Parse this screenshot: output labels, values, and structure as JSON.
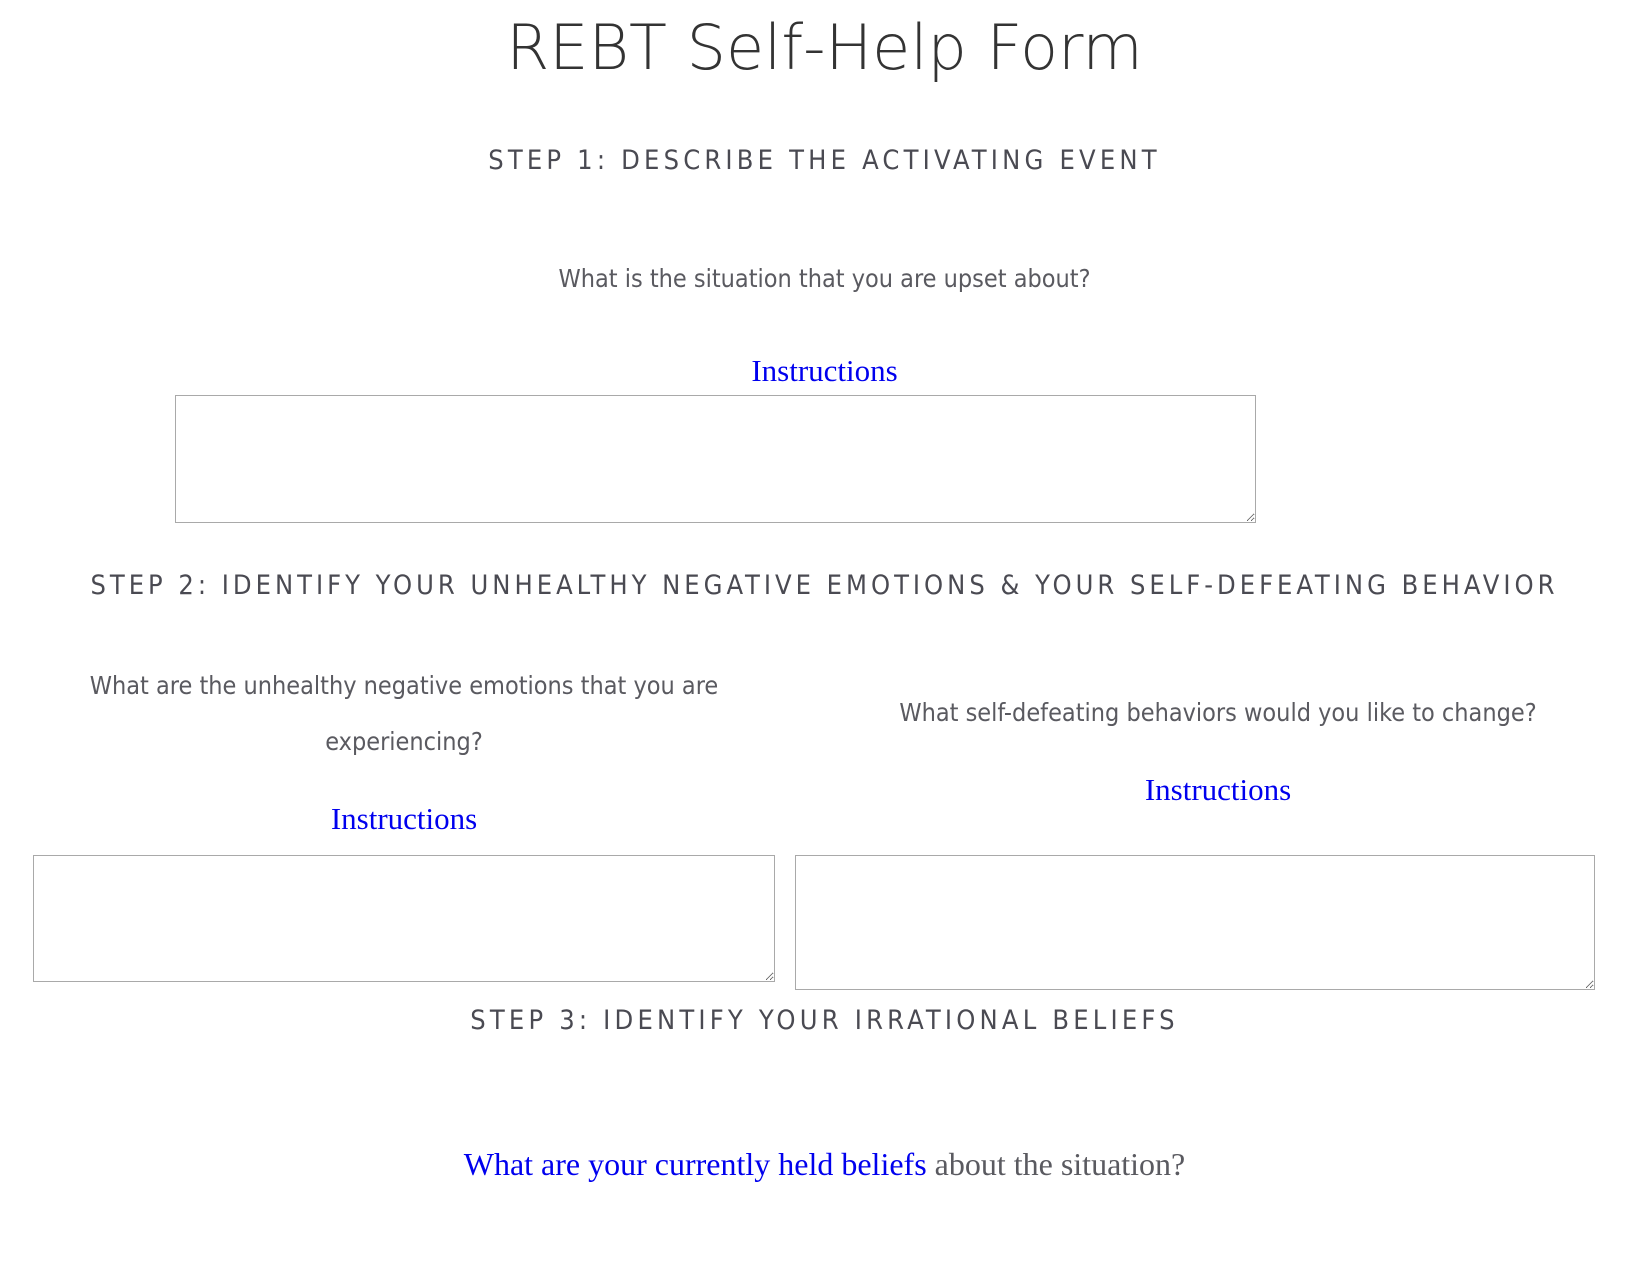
{
  "page": {
    "title": "REBT Self-Help Form",
    "background_color": "#ffffff",
    "link_color": "#0000ee",
    "text_color": "#5a5a60",
    "heading_color": "#4a4a52"
  },
  "steps": [
    {
      "id": "step1",
      "heading": "STEP 1: DESCRIBE THE ACTIVATING EVENT",
      "fields": [
        {
          "question": "What is the situation that you are upset about?",
          "instructions_label": "Instructions",
          "textarea_value": "",
          "textarea_placeholder": ""
        }
      ]
    },
    {
      "id": "step2",
      "heading": "STEP 2: IDENTIFY YOUR UNHEALTHY NEGATIVE EMOTIONS & YOUR SELF-DEFEATING BEHAVIOR",
      "fields": [
        {
          "question": "What are the unhealthy negative emotions that you are experiencing?",
          "instructions_label": "Instructions",
          "textarea_value": "",
          "textarea_placeholder": ""
        },
        {
          "question": "What self-defeating behaviors would you like to change?",
          "instructions_label": "Instructions",
          "textarea_value": "",
          "textarea_placeholder": ""
        }
      ]
    },
    {
      "id": "step3",
      "heading": "STEP 3: IDENTIFY YOUR IRRATIONAL BELIEFS",
      "beliefs_prompt": {
        "link_text": "What are your currently held beliefs",
        "rest_text": " about the situation?"
      }
    }
  ]
}
